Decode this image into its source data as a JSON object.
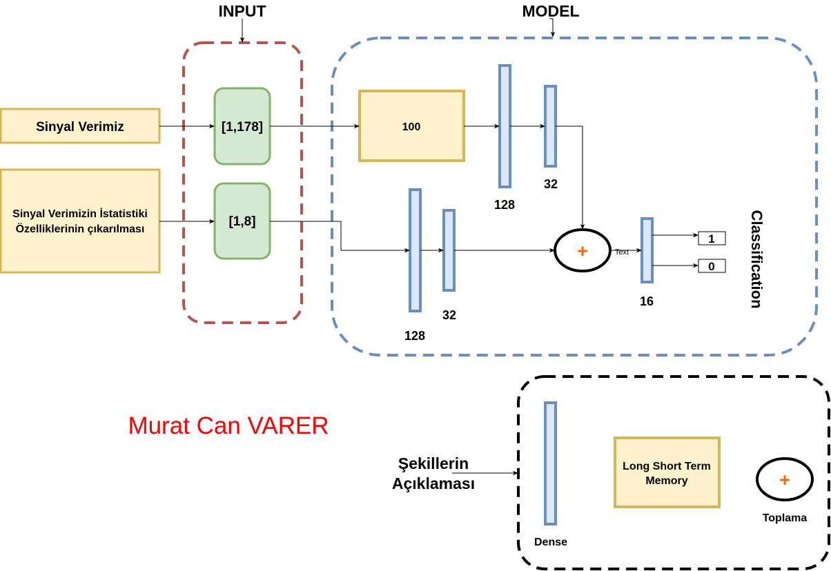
{
  "headers": {
    "input": "INPUT",
    "model": "MODEL"
  },
  "inputs": {
    "signal": "Sinyal Verimiz",
    "stats_line1": "Sinyal Verimizin İstatistiki",
    "stats_line2": "Özelliklerinin çıkarılması"
  },
  "shapes": {
    "signal_shape": "[1,178]",
    "stats_shape": "[1,8]"
  },
  "model": {
    "lstm_units": "100",
    "upper_dense_1": "128",
    "upper_dense_2": "32",
    "lower_dense_1": "128",
    "lower_dense_2": "32",
    "add_symbol": "+",
    "edge_label": "Text",
    "final_dense": "16",
    "output_1": "1",
    "output_0": "0",
    "classification": "Classification"
  },
  "author": "Murat Can VARER",
  "legend": {
    "title_line1": "Şekillerin",
    "title_line2": "Açıklaması",
    "dense": "Dense",
    "lstm_line1": "Long Short Term",
    "lstm_line2": "Memory",
    "add_symbol": "+",
    "add_label": "Toplama"
  },
  "colors": {
    "input_border": "#b85450",
    "model_border": "#6c8ebf",
    "legend_border": "#000000",
    "yellow_fill": "#fff2cc",
    "yellow_stroke": "#d6b656",
    "green_fill": "#d5e8d4",
    "green_stroke": "#82b366",
    "dense_fill": "#dae8fc",
    "dense_stroke": "#6c8ebf",
    "plus": "#ff6600",
    "author": "#ff0000"
  }
}
